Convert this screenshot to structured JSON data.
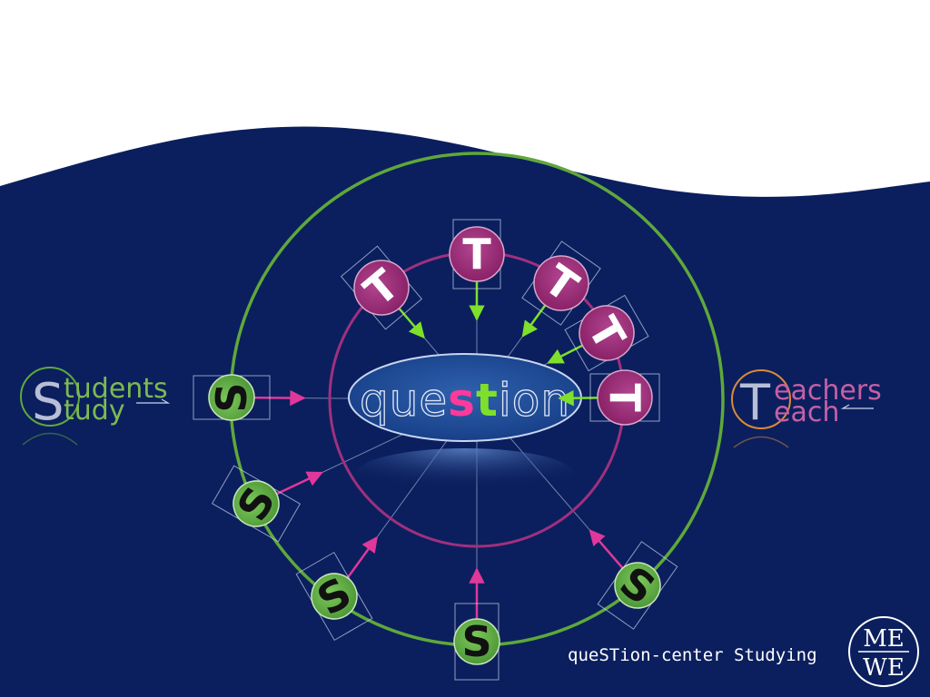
{
  "center_word": {
    "prefix": "que",
    "s": "s",
    "t": "t",
    "suffix": "ion"
  },
  "students": {
    "initial": "S",
    "line1": "tudents",
    "line2": "tudy"
  },
  "teachers": {
    "initial": "T",
    "line1": "eachers",
    "line2": "each"
  },
  "student_node_letter": "S",
  "teacher_node_letter": "T",
  "footer": {
    "caption": "queSTion-center Studying",
    "logo_top": "ME",
    "logo_bottom": "WE"
  },
  "colors": {
    "background_navy": "#0b1f5e",
    "outer_ring_green": "#5fa83a",
    "inner_ring_magenta": "#a0307e",
    "teacher_node": "#9c2f7a",
    "student_node": "#62b34a",
    "accent_green": "#7ee02a",
    "accent_pink": "#ff3a9a",
    "students_label": "#7dba52",
    "teachers_label": "#c660a4"
  }
}
